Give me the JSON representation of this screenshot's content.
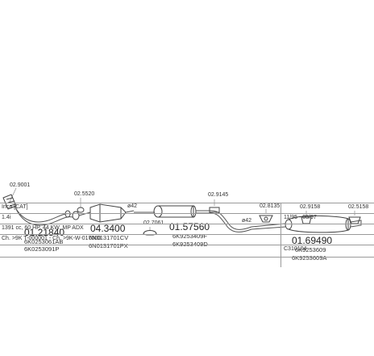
{
  "parts": [
    {
      "id": "flex-front",
      "ref": "02.9001",
      "code": "",
      "oem": []
    },
    {
      "id": "front-pipe",
      "ref": "",
      "code": "01.21840",
      "oem": [
        "6K0253061AB",
        "6K0253091P"
      ]
    },
    {
      "id": "gasket-1",
      "ref": "02.5520",
      "code": "",
      "oem": []
    },
    {
      "id": "catalyst",
      "ref": "",
      "code": "04.3400",
      "oem": [
        "6N0131701CV",
        "6N0131701PX"
      ]
    },
    {
      "id": "clamp-1",
      "ref": "02.7061",
      "code": "",
      "oem": []
    },
    {
      "id": "middle-silencer",
      "ref": "",
      "code": "01.57560",
      "oem": [
        "6K9253409F",
        "6K9253409D"
      ]
    },
    {
      "id": "clamp-2",
      "ref": "02.9145",
      "code": "",
      "oem": []
    },
    {
      "id": "hanger-1",
      "ref": "02.8135",
      "code": "",
      "oem": []
    },
    {
      "id": "hanger-2",
      "ref": "02.9158",
      "code": "",
      "oem": []
    },
    {
      "id": "hanger-3",
      "ref": "02.5158",
      "code": "",
      "oem": []
    },
    {
      "id": "rear-silencer",
      "ref": "",
      "code": "01.69490",
      "oem": [
        "6K9253609",
        "6K9253609A"
      ]
    }
  ],
  "pipe_diameters": [
    "ø42",
    "ø42"
  ],
  "info": {
    "model": "Inca [CAT]",
    "engine": "1.4i",
    "production_period": "11/95 - 05/97",
    "engine_detail": "1391 cc, 60 HP, 44 KW, MP ADX",
    "chassis": "Ch. >9K T-000001 - Ch. >9K-W-017000",
    "catalogue_code": "C310104"
  }
}
